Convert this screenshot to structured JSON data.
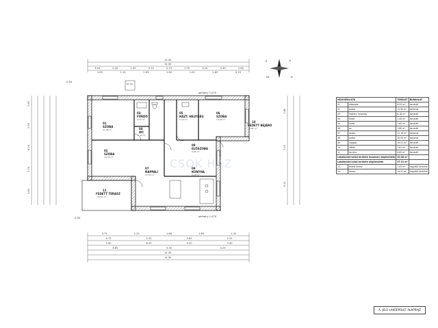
{
  "top_dims": {
    "overall": "14.30",
    "overall_inner": "14.30",
    "row2": [
      "3.40",
      "0.20",
      "1.05",
      "0.10",
      "0.15",
      "1.70",
      "0.10",
      "3.40",
      "1.60"
    ],
    "row3": [
      "1.83",
      "1.10",
      "1.83",
      "1.65",
      "1.00",
      "1.83",
      "0.15"
    ]
  },
  "bottom_dims": {
    "row1": [
      "3.75",
      "1.25",
      "1.88",
      "1.85",
      "2.32"
    ],
    "row2": [
      "4.75",
      "2.20",
      "3.85",
      "2.32"
    ],
    "row3": [
      "3.40",
      "6.45",
      "0.20",
      "3.40"
    ],
    "row4": [
      "4.85",
      "5.30",
      "4.25"
    ],
    "overall": "14.30",
    "overall2": "14.30"
  },
  "left_dims": [
    "7.80",
    "7.00",
    "4.25",
    "3.75",
    "1.80"
  ],
  "right_dims": [
    "7.80",
    "7.00",
    "5.11"
  ],
  "level_mark": "-0.54",
  "level_mark_2": "-0.54",
  "roof_edge_top": "párkány 1.075",
  "roof_edge_bottom": "párkány 1.075",
  "rooms": [
    {
      "no": "01",
      "name": "SZOBA",
      "area": "11.98 m²"
    },
    {
      "no": "02",
      "name": "SZOBA",
      "area": "13.33 m²"
    },
    {
      "no": "03",
      "name": "FÜRDŐ",
      "area": "4.74 m²"
    },
    {
      "no": "04",
      "name": "WC",
      "area": "1.40 m²"
    },
    {
      "no": "05",
      "name": "HÁZT. HELYISÉG",
      "area": "7.10 m²"
    },
    {
      "no": "06",
      "name": "SZOBA",
      "area": "14.00 m²"
    },
    {
      "no": "07",
      "name": "NAPPALI",
      "area": "22.52 m²"
    },
    {
      "no": "08",
      "name": "ELŐSZOBA",
      "area": "4.95 m²"
    },
    {
      "no": "09",
      "name": "KONYHA",
      "area": "9.28 m²"
    },
    {
      "no": "10",
      "name": "FEDETT BEJÁRÓ",
      "area": "3.81 m²"
    },
    {
      "no": "11",
      "name": "FEDETT TERASZ",
      "area": "14.51 m²"
    }
  ],
  "stair_label": "4W\nFAL",
  "table": {
    "headers": [
      "HELYISÉGLISTA",
      "TERÜLET",
      "BURKOLAT"
    ],
    "rows": [
      [
        "01",
        "előszoba",
        "6.00 m²",
        "laminált"
      ],
      [
        "02",
        "szoba",
        "11.90 m²",
        "kerámia"
      ],
      [
        "03",
        "háztart. helyiség",
        "6.18 m²",
        "laminált"
      ],
      [
        "04",
        "fürdő",
        "1.40 m²",
        "laminált"
      ],
      [
        "05",
        "fürdő",
        "7.60 m²",
        "laminált"
      ],
      [
        "06",
        "wc",
        "1.80 m²",
        "laminált"
      ],
      [
        "07",
        "szoba",
        "11.16 m²",
        "kerámia"
      ],
      [
        "08",
        "szoba",
        "10.03 m²",
        "kerámia"
      ],
      [
        "09",
        "nappali",
        "19.01 m²",
        "laminált"
      ],
      [
        "10",
        "előtér",
        "7.81 m²",
        "laminált"
      ],
      [
        "11",
        "konyha",
        "8.85 m²",
        "laminált"
      ]
    ],
    "sum1_label": "Lakóépület belső területe összesen alapterülete",
    "sum1_value": "90.08 m²",
    "sum2_label": "Lakóépület külső területe alapterülete",
    "sum2_value": "97.91 m²",
    "extra_rows": [
      [
        "12",
        "fedett terasz",
        "7.05 m²",
        "fagyálló kerámia"
      ],
      [
        "13",
        "terasz",
        "14.91 m²",
        "fagyálló kerámia"
      ]
    ]
  },
  "caption": "A. JELŰ LAKÓÉPÜLET ALAPRAJZ",
  "watermark": "CSOK HÁZ",
  "compass_n": "É",
  "compass_d": "D",
  "compass_k": "K",
  "compass_ny": "NY",
  "colors": {
    "line": "#111111",
    "dim": "#444444",
    "hatch": "#9a9a9a"
  }
}
